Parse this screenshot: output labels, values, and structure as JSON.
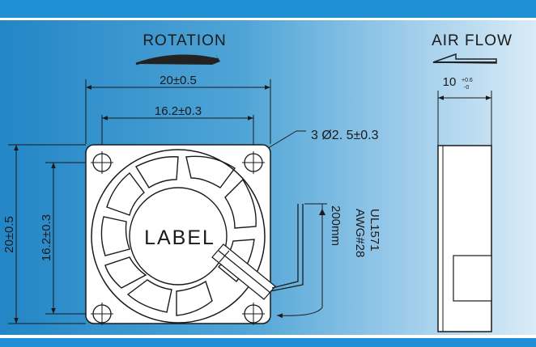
{
  "header": {
    "rotation_label": "ROTATION",
    "airflow_label": "AIR FLOW"
  },
  "front_view": {
    "outer_width_dim": "20±0.5",
    "hole_spacing_dim": "16.2±0.3",
    "outer_height_dim": "20±0.5",
    "hole_vertical_dim": "16.2±0.3",
    "hole_note": "3 Ø2. 5±0.3",
    "label_text": "LABEL",
    "cable_length": "200mm",
    "cable_spec_line1": "UL1571",
    "cable_spec_line2": "AWG#28"
  },
  "side_view": {
    "thickness_value": "10",
    "thickness_tol_upper": "+0.6",
    "thickness_tol_lower": "-0"
  },
  "colors": {
    "accent_blue": "#1e8fd2",
    "line": "#1a1a1a",
    "fan_fill": "#ffffff"
  }
}
